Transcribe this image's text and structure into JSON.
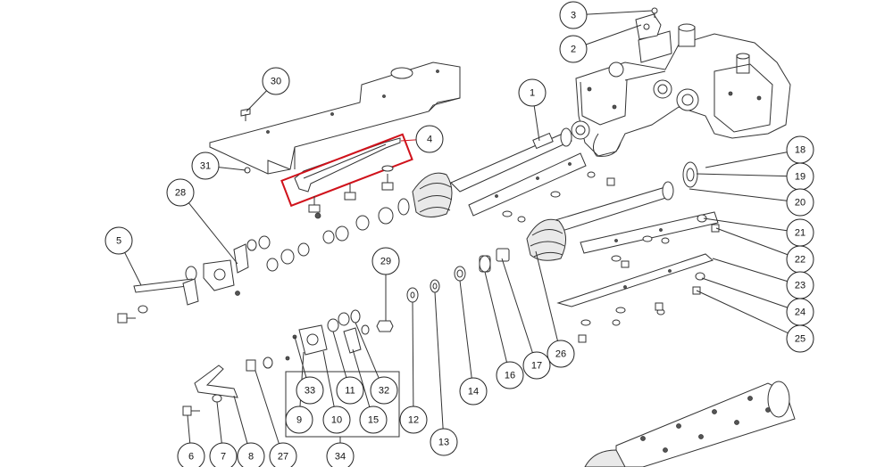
{
  "highlight_color": "#d0121b",
  "highlighted_part": "4",
  "callouts": [
    {
      "id": "c3",
      "label": "3"
    },
    {
      "id": "c2",
      "label": "2"
    },
    {
      "id": "c30",
      "label": "30"
    },
    {
      "id": "c1",
      "label": "1"
    },
    {
      "id": "c4",
      "label": "4"
    },
    {
      "id": "c31",
      "label": "31"
    },
    {
      "id": "c18",
      "label": "18"
    },
    {
      "id": "c19",
      "label": "19"
    },
    {
      "id": "c28",
      "label": "28"
    },
    {
      "id": "c20",
      "label": "20"
    },
    {
      "id": "c21",
      "label": "21"
    },
    {
      "id": "c5",
      "label": "5"
    },
    {
      "id": "c22",
      "label": "22"
    },
    {
      "id": "c29",
      "label": "29"
    },
    {
      "id": "c23",
      "label": "23"
    },
    {
      "id": "c24",
      "label": "24"
    },
    {
      "id": "c25",
      "label": "25"
    },
    {
      "id": "c26",
      "label": "26"
    },
    {
      "id": "c16",
      "label": "16"
    },
    {
      "id": "c17",
      "label": "17"
    },
    {
      "id": "c33",
      "label": "33"
    },
    {
      "id": "c11",
      "label": "11"
    },
    {
      "id": "c32",
      "label": "32"
    },
    {
      "id": "c14",
      "label": "14"
    },
    {
      "id": "c9",
      "label": "9"
    },
    {
      "id": "c10",
      "label": "10"
    },
    {
      "id": "c15",
      "label": "15"
    },
    {
      "id": "c12",
      "label": "12"
    },
    {
      "id": "c13",
      "label": "13"
    },
    {
      "id": "c6",
      "label": "6"
    },
    {
      "id": "c7",
      "label": "7"
    },
    {
      "id": "c8",
      "label": "8"
    },
    {
      "id": "c27",
      "label": "27"
    },
    {
      "id": "c34",
      "label": "34"
    }
  ]
}
